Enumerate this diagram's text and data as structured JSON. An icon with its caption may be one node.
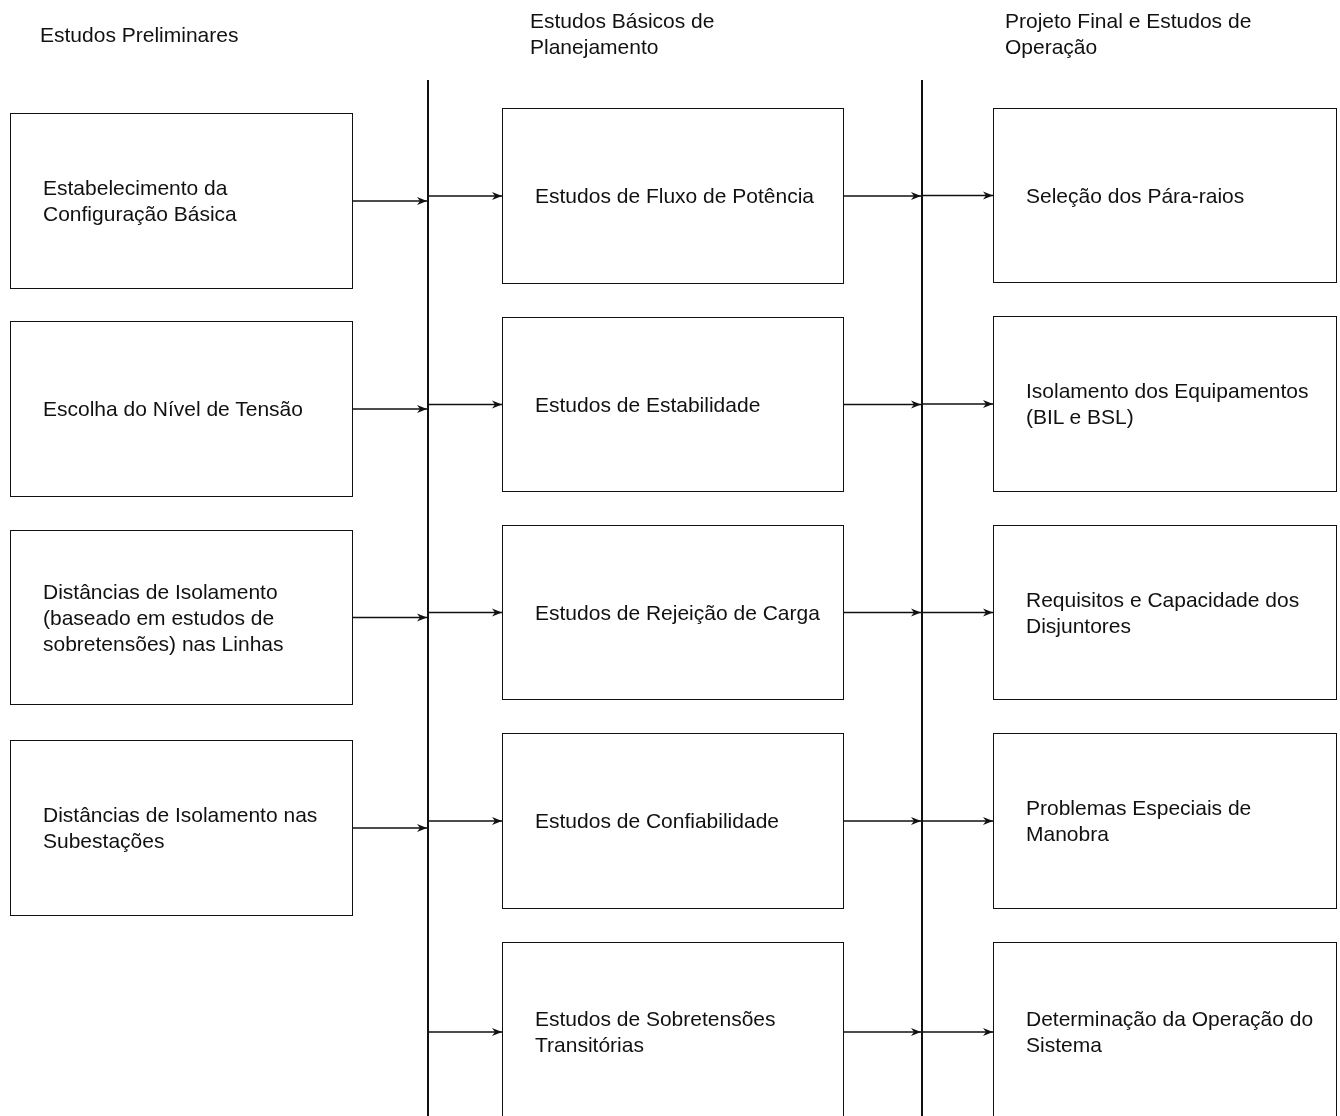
{
  "diagram": {
    "nodes": [
      {
        "text": [
          "Estabelecimento da Configuração Básica"
        ]
      },
      {
        "text": [
          "Escolha do Nível de Tensão"
        ]
      },
      {
        "text": [
          "Distâncias de Isolamento (baseado em estudos de sobretensões) nas Linhas"
        ]
      },
      {
        "text": [
          "Distâncias de Isolamento nas Subestações"
        ]
      },
      {
        "text": [],
        "shape": "bar"
      },
      {
        "text": [
          "Estudos de Fluxo de Potência"
        ]
      },
      {
        "text": [
          "Estudos de Estabilidade"
        ]
      },
      {
        "text": [
          "Estudos de Rejeição de Carga"
        ]
      },
      {
        "text": [
          "Estudos de Confiabilidade"
        ]
      },
      {
        "text": [
          "Estudos de Sobretensões Transitórias"
        ]
      },
      {
        "text": [],
        "shape": "bar"
      },
      {
        "text": [
          "Seleção dos Pára-raios"
        ]
      },
      {
        "text": [
          "Isolamento dos Equipamentos (BIL e BSL)"
        ]
      },
      {
        "text": [
          "Requisitos e Capacidade dos Disjuntores"
        ]
      },
      {
        "text": [
          "Problemas Especiais de Manobra"
        ]
      },
      {
        "text": [
          "Determinação da Operação do Sistema"
        ]
      }
    ],
    "edges": [
      {
        "from": 0,
        "to": 4,
        "arrow": "to"
      },
      {
        "from": 1,
        "to": 4,
        "arrow": "to"
      },
      {
        "from": 2,
        "to": 4,
        "arrow": "to"
      },
      {
        "from": 3,
        "to": 4,
        "arrow": "to"
      },
      {
        "from": 4,
        "to": 5,
        "arrow": "to"
      },
      {
        "from": 4,
        "to": 6,
        "arrow": "to"
      },
      {
        "from": 4,
        "to": 7,
        "arrow": "to"
      },
      {
        "from": 4,
        "to": 8,
        "arrow": "to"
      },
      {
        "from": 4,
        "to": 9,
        "arrow": "to"
      },
      {
        "from": 5,
        "to": 10,
        "arrow": "to"
      },
      {
        "from": 6,
        "to": 10,
        "arrow": "to"
      },
      {
        "from": 7,
        "to": 10,
        "arrow": "to"
      },
      {
        "from": 8,
        "to": 10,
        "arrow": "to"
      },
      {
        "from": 9,
        "to": 10,
        "arrow": "to"
      },
      {
        "from": 10,
        "to": 11,
        "arrow": "to"
      },
      {
        "from": 10,
        "to": 12,
        "arrow": "to"
      },
      {
        "from": 10,
        "to": 13,
        "arrow": "to"
      },
      {
        "from": 10,
        "to": 14,
        "arrow": "to"
      },
      {
        "from": 10,
        "to": 15,
        "arrow": "to"
      }
    ],
    "labels": [
      "Estudos Preliminares",
      "Estudos Básicos de Planejamento",
      "Projeto Final e Estudos de Operação"
    ]
  }
}
